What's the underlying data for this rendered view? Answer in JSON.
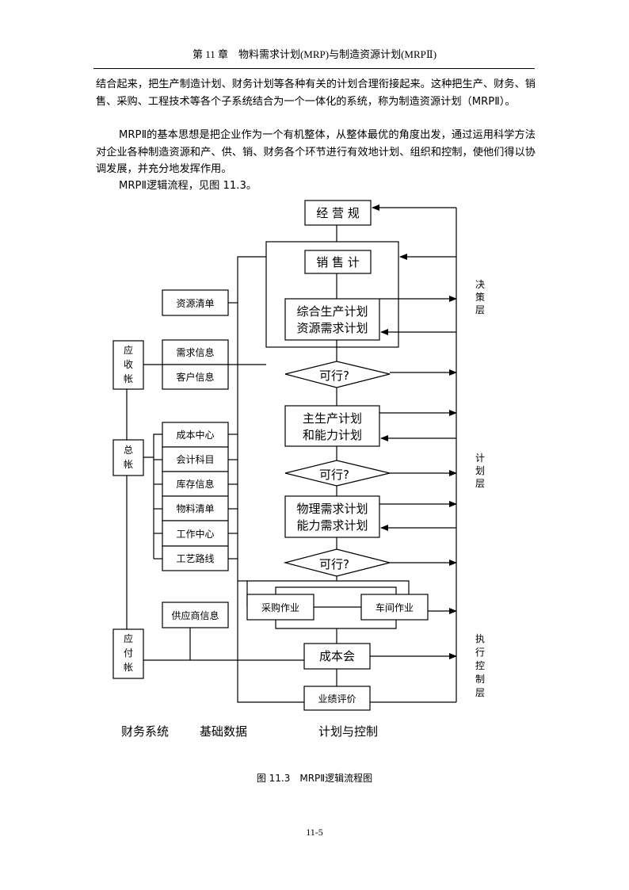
{
  "header": {
    "text": "第 11 章　物料需求计划(MRP)与制造资源计划(MRPⅡ)"
  },
  "body": {
    "p1": "结合起来，把生产制造计划、财务计划等各种有关的计划合理衔接起来。这种把生产、财务、销售、采购、工程技术等各个子系统结合为一个一体化的系统，称为制造资源计划（MRPⅡ）。",
    "p2": "MRPⅡ的基本思想是把企业作为一个有机整体，从整体最优的角度出发，通过运用科学方法对企业各种制造资源和产、供、销、财务各个环节进行有效地计划、组织和控制，使他们得以协调发展，并充分地发挥作用。",
    "p3": "MRPⅡ逻辑流程，见图 11.3。"
  },
  "diagram": {
    "plan_boxes": {
      "business_plan": "经 营 规",
      "sales_plan": "销 售 计",
      "aggregate_line1": "综合生产计划",
      "aggregate_line2": "资源需求计划",
      "feasible": "可行?",
      "mps_line1": "主生产计划",
      "mps_line2": "和能力计划",
      "mrp_line1": "物理需求计划",
      "mrp_line2": "能力需求计划",
      "purchasing": "采购作业",
      "shop_floor": "车间作业",
      "cost_accounting": "成本会",
      "performance": "业绩评价"
    },
    "data_boxes": {
      "resource_list": "资源清单",
      "demand_info": "需求信息",
      "customer_info": "客户信息",
      "cost_center": "成本中心",
      "accounts": "会计科目",
      "inventory_info": "库存信息",
      "bom": "物料清单",
      "work_center": "工作中心",
      "routing": "工艺路线",
      "supplier_info": "供应商信息"
    },
    "finance_boxes": {
      "receivable": [
        "应",
        "收",
        "帐"
      ],
      "general_ledger": [
        "总",
        "帐"
      ],
      "payable": [
        "应",
        "付",
        "帐"
      ]
    },
    "layers": {
      "decision": [
        "决",
        "策",
        "层"
      ],
      "planning": [
        "计",
        "划",
        "层"
      ],
      "execution": [
        "执",
        "行",
        "控",
        "制",
        "层"
      ]
    },
    "bottom_labels": {
      "finance": "财务系统",
      "base_data": "基础数据",
      "plan_control": "计划与控制"
    }
  },
  "caption": "图 11.3　MRPⅡ逻辑流程图",
  "page_number": "11-5"
}
